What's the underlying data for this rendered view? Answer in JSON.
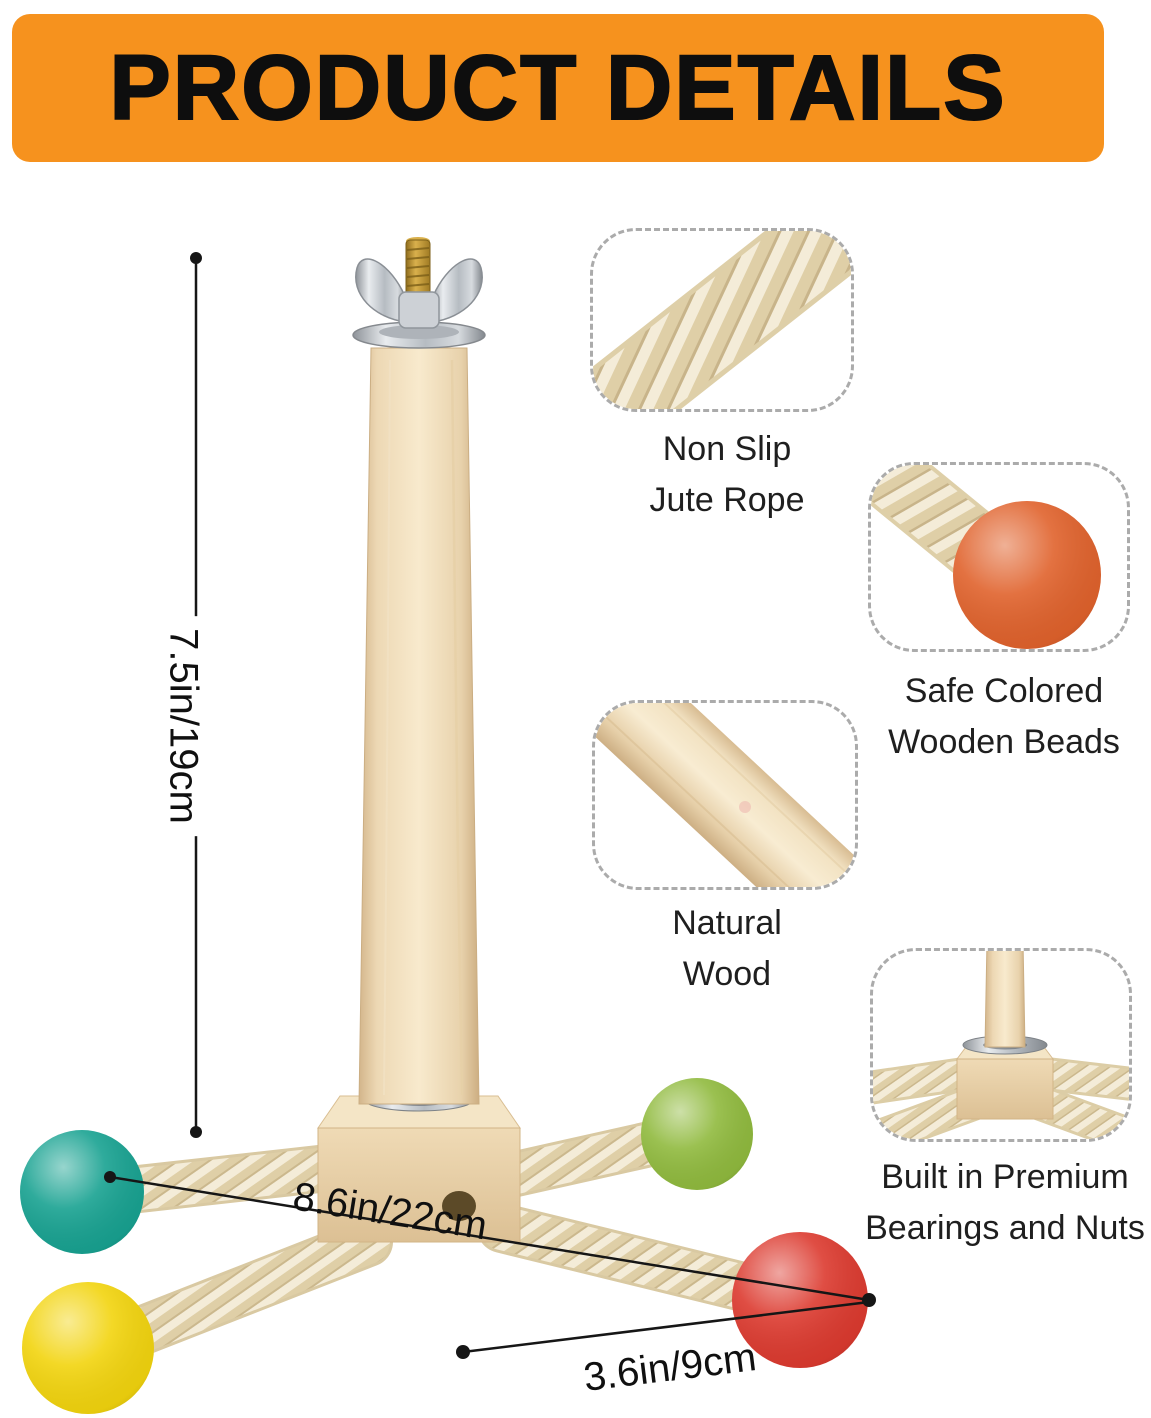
{
  "header": {
    "title": "PRODUCT DETAILS",
    "banner_color": "#F6921E",
    "title_color": "#0E0E0E"
  },
  "dimensions": {
    "pole_height": "7.5in/19cm",
    "base_width": "8.6in/22cm",
    "arm_length": "3.6in/9cm"
  },
  "callouts": [
    {
      "id": "jute-rope",
      "label_line1": "Non Slip",
      "label_line2": "Jute Rope"
    },
    {
      "id": "wooden-beads",
      "label_line1": "Safe Colored",
      "label_line2": "Wooden Beads"
    },
    {
      "id": "natural-wood",
      "label_line1": "Natural",
      "label_line2": "Wood"
    },
    {
      "id": "bearings",
      "label_line1": "Built in Premium",
      "label_line2": "Bearings and Nuts"
    }
  ],
  "product": {
    "bead_colors": {
      "teal": "#18A291",
      "yellow": "#F2D40E",
      "green": "#90BA3E",
      "red": "#DC3A2F",
      "orange": "#E0622C"
    },
    "wood_color": "#F2E2C2",
    "rope_color": "#F4ECD8",
    "hardware_color": "#C9CDD2"
  }
}
